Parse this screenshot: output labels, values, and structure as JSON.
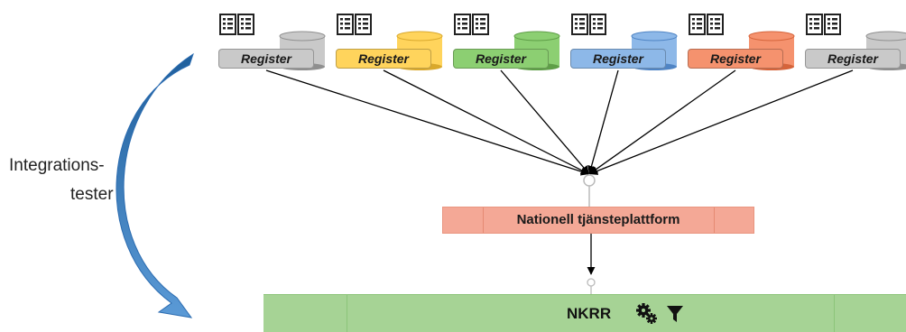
{
  "side_label": {
    "line1": "Integrations-",
    "line2": "tester"
  },
  "registers": [
    {
      "label": "Register",
      "color": "#c9c9c9",
      "dark": "#8f8f8f"
    },
    {
      "label": "Register",
      "color": "#ffd45c",
      "dark": "#d9a82c"
    },
    {
      "label": "Register",
      "color": "#8ccf72",
      "dark": "#5e9e47"
    },
    {
      "label": "Register",
      "color": "#8db8e8",
      "dark": "#4f84c4"
    },
    {
      "label": "Register",
      "color": "#f5926e",
      "dark": "#d5643b"
    },
    {
      "label": "Register",
      "color": "#c9c9c9",
      "dark": "#8f8f8f"
    }
  ],
  "platform": {
    "label": "Nationell tjänsteplattform",
    "color": "#f4a896"
  },
  "nkrr": {
    "label": "NKRR",
    "color": "#a6d395",
    "icons": [
      "gears-icon",
      "filter-icon"
    ]
  },
  "arrow_color": "#2e75b6"
}
